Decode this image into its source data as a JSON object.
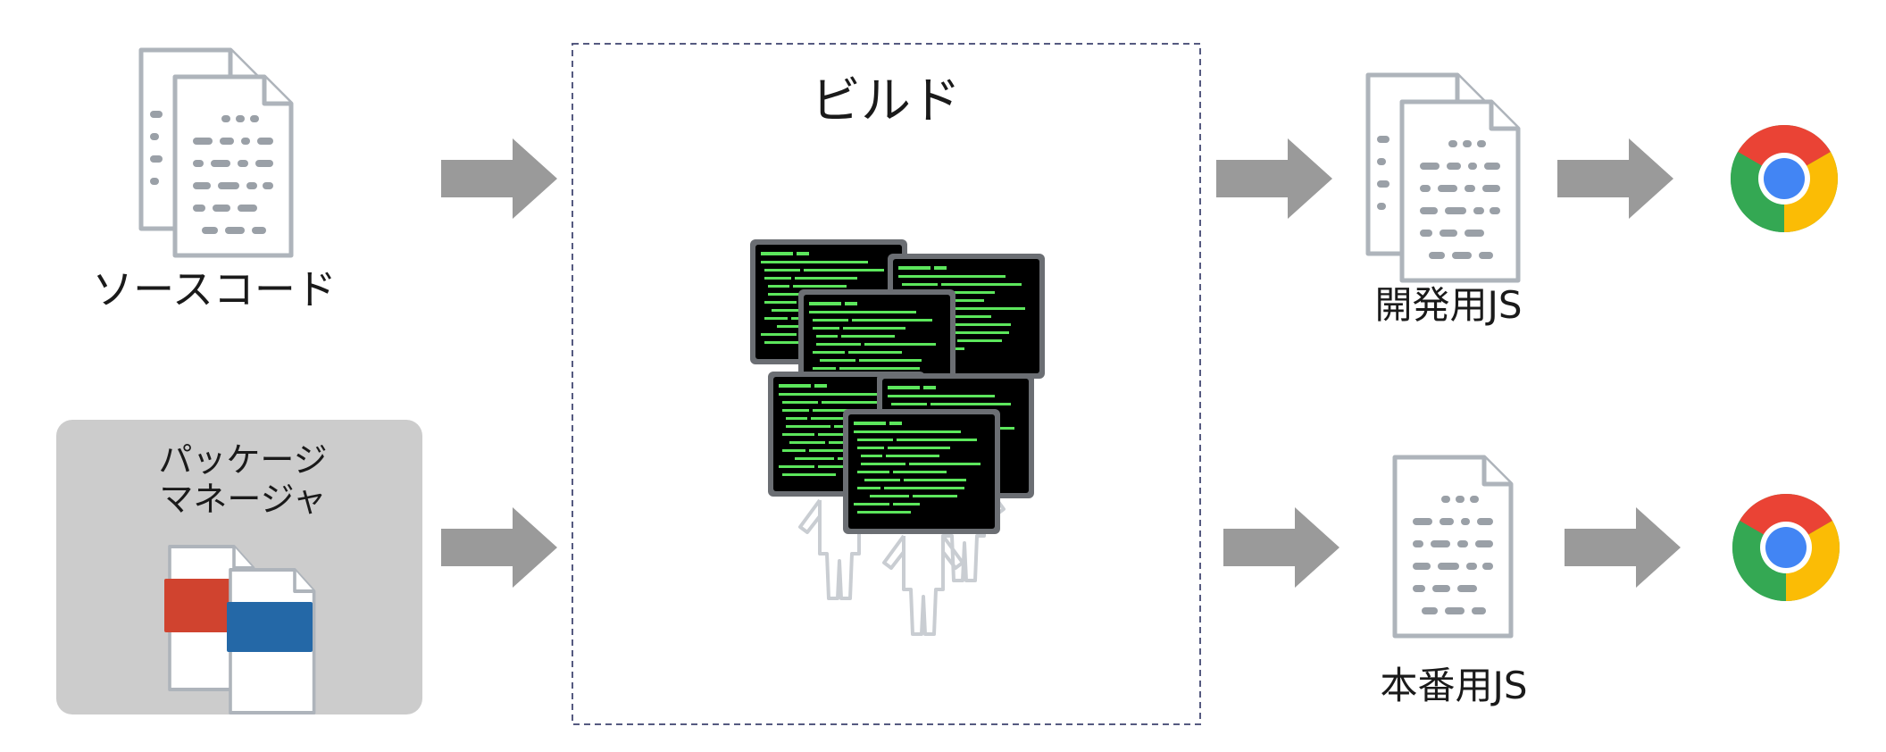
{
  "nodes": {
    "source": {
      "label": "ソースコード"
    },
    "package_manager": {
      "label_line1": "パッケージ",
      "label_line2": "マネージャ"
    },
    "build": {
      "label": "ビルド"
    },
    "dev_js": {
      "label": "開発用JS"
    },
    "prod_js": {
      "label": "本番用JS"
    }
  },
  "colors": {
    "arrow": "#9a9a9a",
    "doc_outline": "#aeb4bb",
    "doc_marks": "#9aa0a7",
    "pm_box": "#cccccc",
    "red_block": "#d0432f",
    "blue_block": "#2468a7",
    "terminal_bg": "#000000",
    "terminal_frame": "#6b6e73",
    "terminal_text": "#5ce65c",
    "build_border": "#555a80"
  },
  "icons": [
    "document-stack-icon",
    "package-icon",
    "terminal-crowd-icon",
    "document-icon",
    "chrome-icon"
  ],
  "edges": [
    {
      "from": "source",
      "to": "build"
    },
    {
      "from": "package_manager",
      "to": "build"
    },
    {
      "from": "build",
      "to": "dev_js"
    },
    {
      "from": "build",
      "to": "prod_js"
    },
    {
      "from": "dev_js",
      "to": "browser_top"
    },
    {
      "from": "prod_js",
      "to": "browser_bottom"
    }
  ]
}
